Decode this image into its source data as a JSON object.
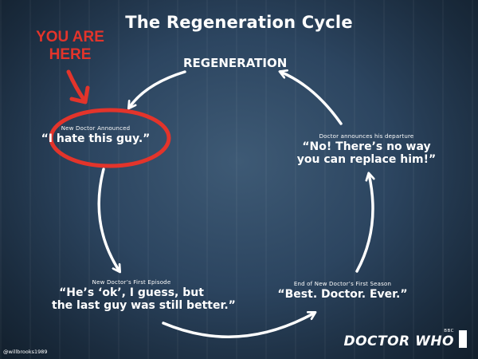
{
  "title": "The Regeneration Cycle",
  "header": "REGENERATION",
  "you_are_here": [
    "YOU ARE",
    "HERE"
  ],
  "stages": [
    {
      "label": "New Doctor Announced",
      "quote": [
        "“I hate this guy.”"
      ]
    },
    {
      "label": "Doctor announces his departure",
      "quote": [
        "“No! There’s no way",
        "you can replace him!”"
      ]
    },
    {
      "label": "End of New Doctor’s First Season",
      "quote": [
        "“Best. Doctor. Ever.”"
      ]
    },
    {
      "label": "New Doctor’s First Episode",
      "quote": [
        "“He’s ‘ok’, I guess, but",
        "the last guy was still better.”"
      ]
    }
  ],
  "credit": "@willbrooks1989",
  "brand": {
    "small": "BBC",
    "large": "DOCTOR WHO"
  },
  "colors": {
    "highlight": "#e3342b",
    "text": "#ffffff",
    "arrow": "#ffffff"
  },
  "icons": [
    "curved-arrow-icon",
    "red-down-arrow-icon",
    "tardis-icon"
  ]
}
